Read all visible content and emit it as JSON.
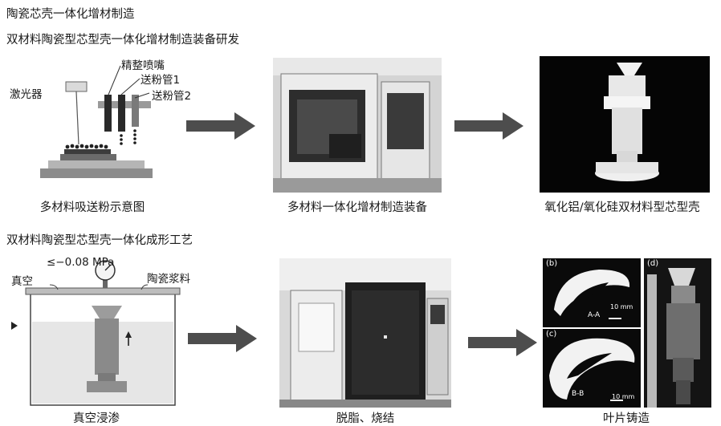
{
  "headings": {
    "main": "陶瓷芯壳一体化增材制造",
    "row1": "双材料陶瓷型芯型壳一体化增材制造装备研发",
    "row2": "双材料陶瓷型芯型壳一体化成形工艺"
  },
  "schematic1": {
    "label_laser": "激光器",
    "label_nozzle": "精整喷嘴",
    "label_tube1": "送粉管1",
    "label_tube2": "送粉管2",
    "caption": "多材料吸送粉示意图"
  },
  "photo_equipment": {
    "caption": "多材料一体化增材制造装备"
  },
  "photo_shell": {
    "caption": "氧化铝/氧化硅双材料型芯型壳"
  },
  "schematic2": {
    "label_pressure": "≤−0.08 MPa",
    "label_vacuum": "真空",
    "label_slurry": "陶瓷浆料",
    "caption": "真空浸渗"
  },
  "photo_furnace": {
    "caption": "脱脂、烧结"
  },
  "photo_blade": {
    "caption": "叶片铸造",
    "panel_b": "(b)",
    "panel_c": "(c)",
    "panel_d": "(d)",
    "section_aa": "A-A",
    "section_bb": "B-B",
    "scale_b": "10 mm",
    "scale_c": "10 mm"
  },
  "colors": {
    "arrow": "#4d4d4d"
  }
}
